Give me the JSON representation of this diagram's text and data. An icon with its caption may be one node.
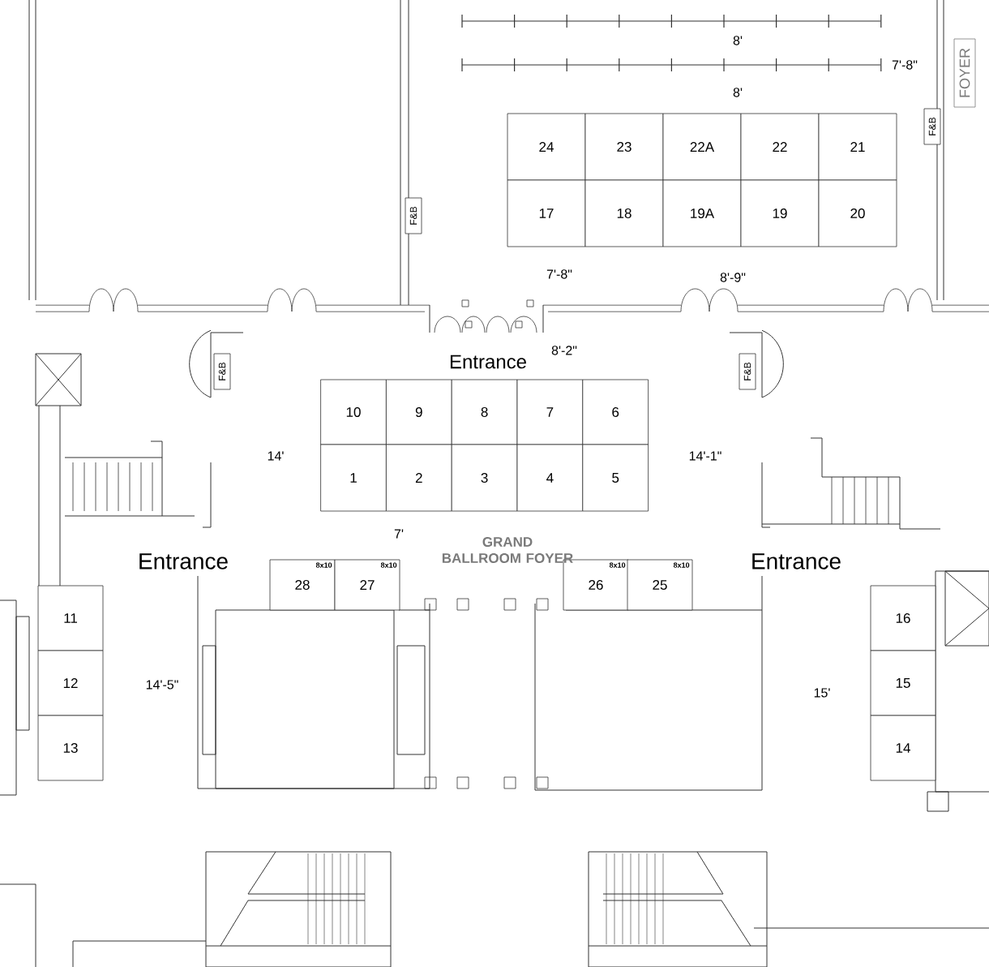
{
  "diagram": {
    "nodes": [
      {
        "text": [
          "FOYER"
        ]
      },
      {
        "text": [
          "F&B"
        ]
      },
      {
        "text": [
          "F&B"
        ]
      },
      {
        "text": [
          "24"
        ]
      },
      {
        "text": [
          "23"
        ]
      },
      {
        "text": [
          "22A"
        ]
      },
      {
        "text": [
          "22"
        ]
      },
      {
        "text": [
          "21"
        ]
      },
      {
        "text": [
          "17"
        ]
      },
      {
        "text": [
          "18"
        ]
      },
      {
        "text": [
          "19A"
        ]
      },
      {
        "text": [
          "19"
        ]
      },
      {
        "text": [
          "20"
        ]
      },
      {
        "text": [
          "F&B"
        ]
      },
      {
        "text": [
          "F&B"
        ]
      },
      {
        "text": [
          "10"
        ]
      },
      {
        "text": [
          "9"
        ]
      },
      {
        "text": [
          "8"
        ]
      },
      {
        "text": [
          "7"
        ]
      },
      {
        "text": [
          "6"
        ]
      },
      {
        "text": [
          "1"
        ]
      },
      {
        "text": [
          "2"
        ]
      },
      {
        "text": [
          "3"
        ]
      },
      {
        "text": [
          "4"
        ]
      },
      {
        "text": [
          "5"
        ]
      },
      {
        "text": [
          "28",
          "8x10"
        ]
      },
      {
        "text": [
          "27",
          "8x10"
        ]
      },
      {
        "text": [
          "26",
          "8x10"
        ]
      },
      {
        "text": [
          "25",
          "8x10"
        ]
      },
      {
        "text": [
          "11"
        ]
      },
      {
        "text": [
          "16"
        ]
      },
      {
        "text": [
          "12"
        ]
      },
      {
        "text": [
          "15"
        ]
      },
      {
        "text": [
          "13"
        ]
      },
      {
        "text": [
          "14"
        ]
      }
    ],
    "edges": [],
    "labels": [
      "8'",
      "7'-8\"",
      "8'",
      "7'-8\"",
      "8'-9\"",
      "Entrance",
      "8'-2\"",
      "14'",
      "14'-1\"",
      "7'",
      "GRAND BALLROOM FOYER",
      "Entrance",
      "Entrance",
      "14'-5\"",
      "15'"
    ]
  }
}
